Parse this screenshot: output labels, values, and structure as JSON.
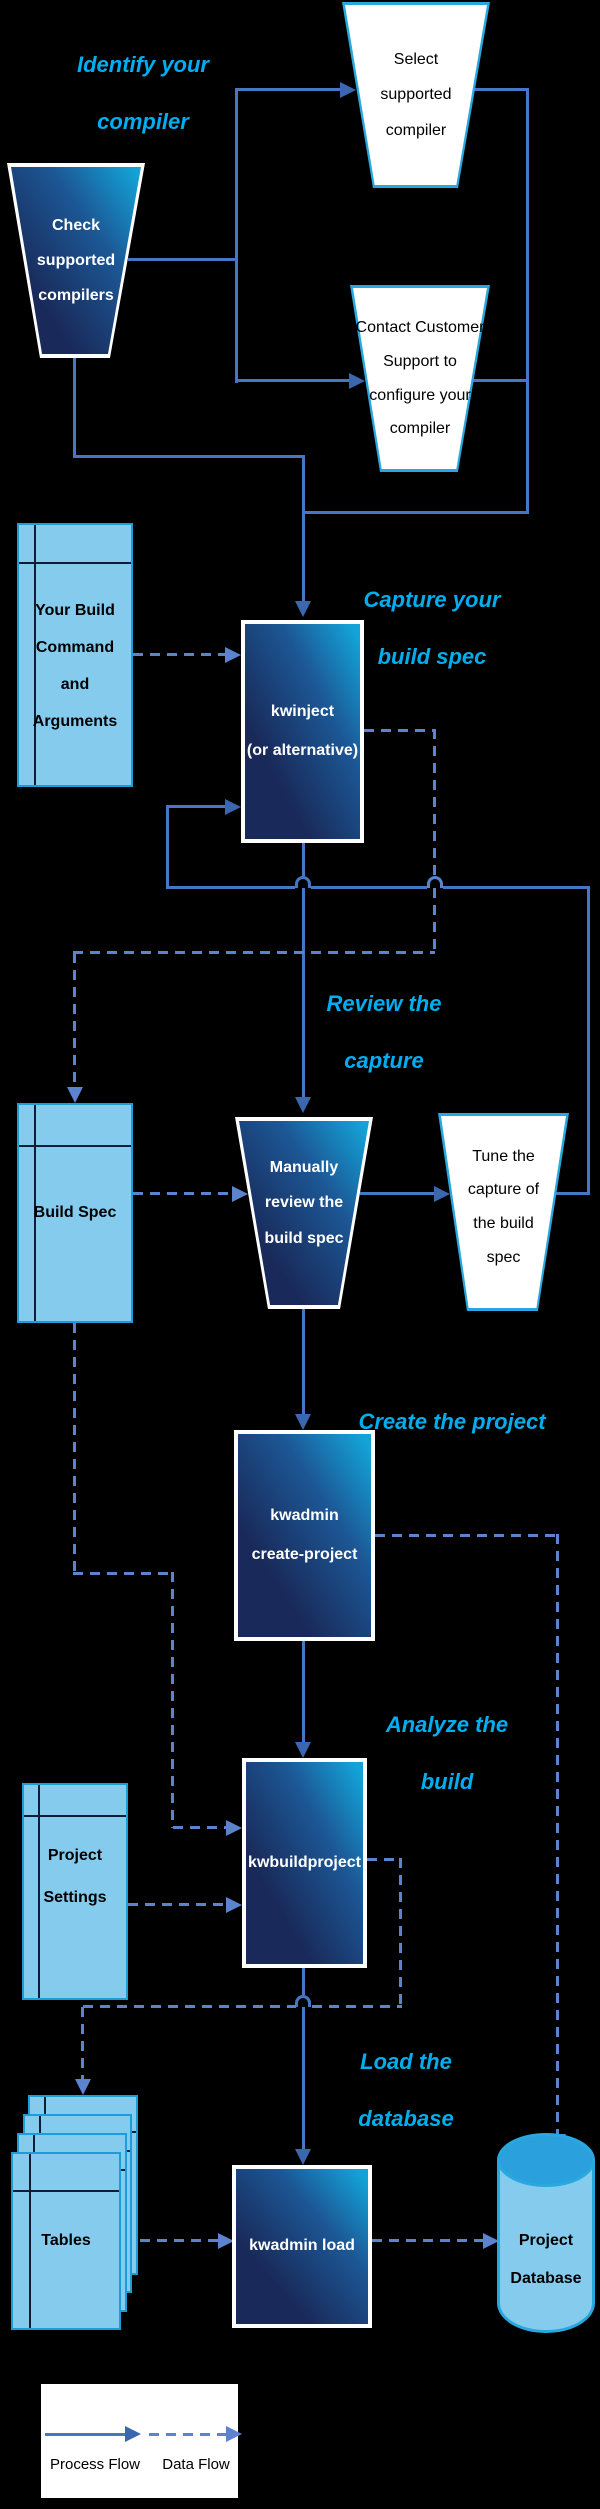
{
  "colors": {
    "background": "#000000",
    "heading_text": "#00AEEF",
    "process_flow_line": "#4577C5",
    "process_flow_arrowhead": "#3A67AE",
    "data_flow_line": "#5C83CE",
    "shape_gradient_dark": "#192A5A",
    "shape_gradient_mid": "#1C5795",
    "shape_gradient_bright": "#13A3D7",
    "light_shape_fill": "#85CBED",
    "light_shape_border": "#1E9CD7",
    "white_shape_border": "#29A8E0",
    "cylinder_top_fill": "#2AA0DC"
  },
  "headings": {
    "identify": {
      "lines": [
        "Identify your",
        "compiler"
      ]
    },
    "capture": {
      "lines": [
        "Capture your",
        "build spec"
      ]
    },
    "review": {
      "lines": [
        "Review the",
        "capture"
      ]
    },
    "create": {
      "lines": [
        "Create the project"
      ]
    },
    "analyze": {
      "lines": [
        "Analyze the",
        "build"
      ]
    },
    "load": {
      "lines": [
        "Load the",
        "database"
      ]
    }
  },
  "shapes": {
    "select_compiler": {
      "lines": [
        "Select",
        "supported",
        "compiler"
      ]
    },
    "check_compilers": {
      "lines": [
        "Check",
        "supported",
        "compilers"
      ]
    },
    "contact_support": {
      "lines": [
        "Contact Customer",
        "Support to",
        "configure your",
        "compiler"
      ]
    },
    "build_command": {
      "lines": [
        "Your Build",
        "Command",
        "and",
        "Arguments"
      ]
    },
    "kwinject": {
      "lines": [
        "kwinject",
        "(or alternative)"
      ]
    },
    "build_spec": {
      "lines": [
        "Build Spec"
      ]
    },
    "manual_review": {
      "lines": [
        "Manually",
        "review the",
        "build spec"
      ]
    },
    "tune_capture": {
      "lines": [
        "Tune the",
        "capture of",
        "the build",
        "spec"
      ]
    },
    "kwadmin_create": {
      "lines": [
        "kwadmin",
        "create-project"
      ]
    },
    "kwbuildproject": {
      "lines": [
        "kwbuildproject"
      ]
    },
    "project_settings": {
      "lines": [
        "Project",
        "Settings"
      ]
    },
    "tables": {
      "lines": [
        "Tables"
      ]
    },
    "kwadmin_load": {
      "lines": [
        "kwadmin load"
      ]
    },
    "project_database": {
      "lines": [
        "Project",
        "Database"
      ]
    }
  },
  "legend": {
    "process_label": "Process Flow",
    "data_label": "Data Flow"
  }
}
